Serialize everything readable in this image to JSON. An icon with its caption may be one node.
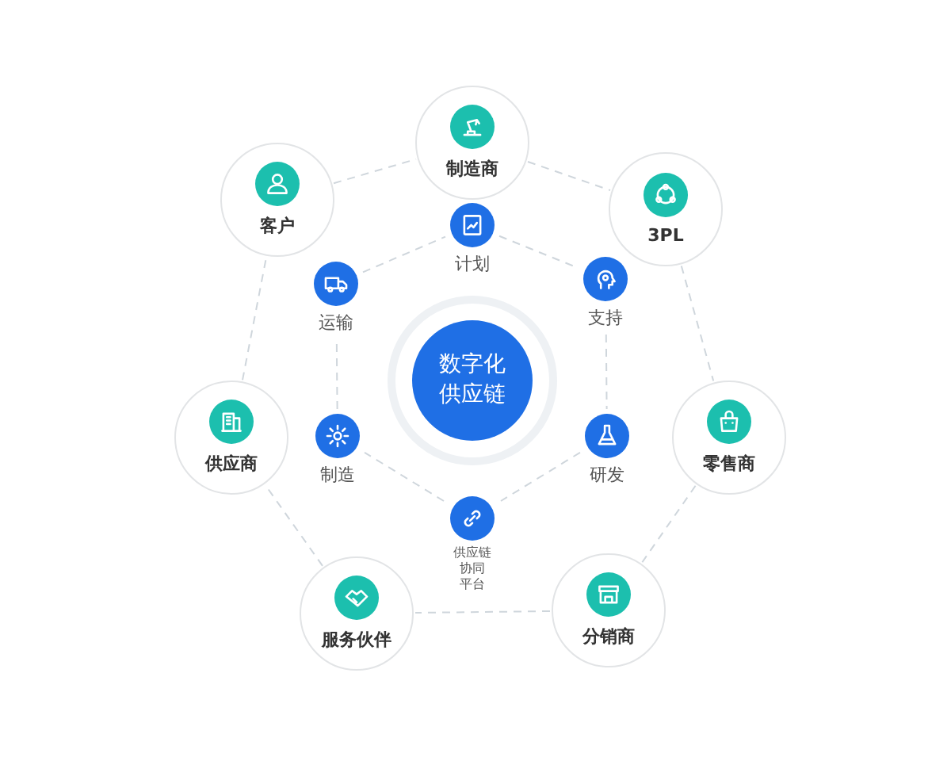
{
  "diagram": {
    "nodes": [
      {
        "text": [
          "数字化供应链"
        ]
      },
      {
        "text": [
          "制造商"
        ]
      },
      {
        "text": [
          "客户"
        ]
      },
      {
        "text": [
          "3PL"
        ]
      },
      {
        "text": [
          "供应商"
        ]
      },
      {
        "text": [
          "零售商"
        ]
      },
      {
        "text": [
          "服务伙伴"
        ]
      },
      {
        "text": [
          "分销商"
        ]
      },
      {
        "text": [
          "计划"
        ]
      },
      {
        "text": [
          "运输"
        ]
      },
      {
        "text": [
          "支持"
        ]
      },
      {
        "text": [
          "制造"
        ]
      },
      {
        "text": [
          "研发"
        ]
      },
      {
        "text": [
          "供应链协同平台"
        ]
      }
    ],
    "edges": [
      {
        "from": 2,
        "to": 1,
        "arrow": "none",
        "style": "dashed"
      },
      {
        "from": 1,
        "to": 3,
        "arrow": "none",
        "style": "dashed"
      },
      {
        "from": 3,
        "to": 5,
        "arrow": "none",
        "style": "dashed"
      },
      {
        "from": 5,
        "to": 7,
        "arrow": "none",
        "style": "dashed"
      },
      {
        "from": 7,
        "to": 6,
        "arrow": "none",
        "style": "dashed"
      },
      {
        "from": 6,
        "to": 4,
        "arrow": "none",
        "style": "dashed"
      },
      {
        "from": 4,
        "to": 2,
        "arrow": "none",
        "style": "dashed"
      },
      {
        "from": 9,
        "to": 8,
        "arrow": "none",
        "style": "dashed"
      },
      {
        "from": 8,
        "to": 10,
        "arrow": "none",
        "style": "dashed"
      },
      {
        "from": 10,
        "to": 12,
        "arrow": "none",
        "style": "dashed"
      },
      {
        "from": 12,
        "to": 13,
        "arrow": "none",
        "style": "dashed"
      },
      {
        "from": 13,
        "to": 11,
        "arrow": "none",
        "style": "dashed"
      },
      {
        "from": 11,
        "to": 9,
        "arrow": "none",
        "style": "dashed"
      }
    ]
  }
}
